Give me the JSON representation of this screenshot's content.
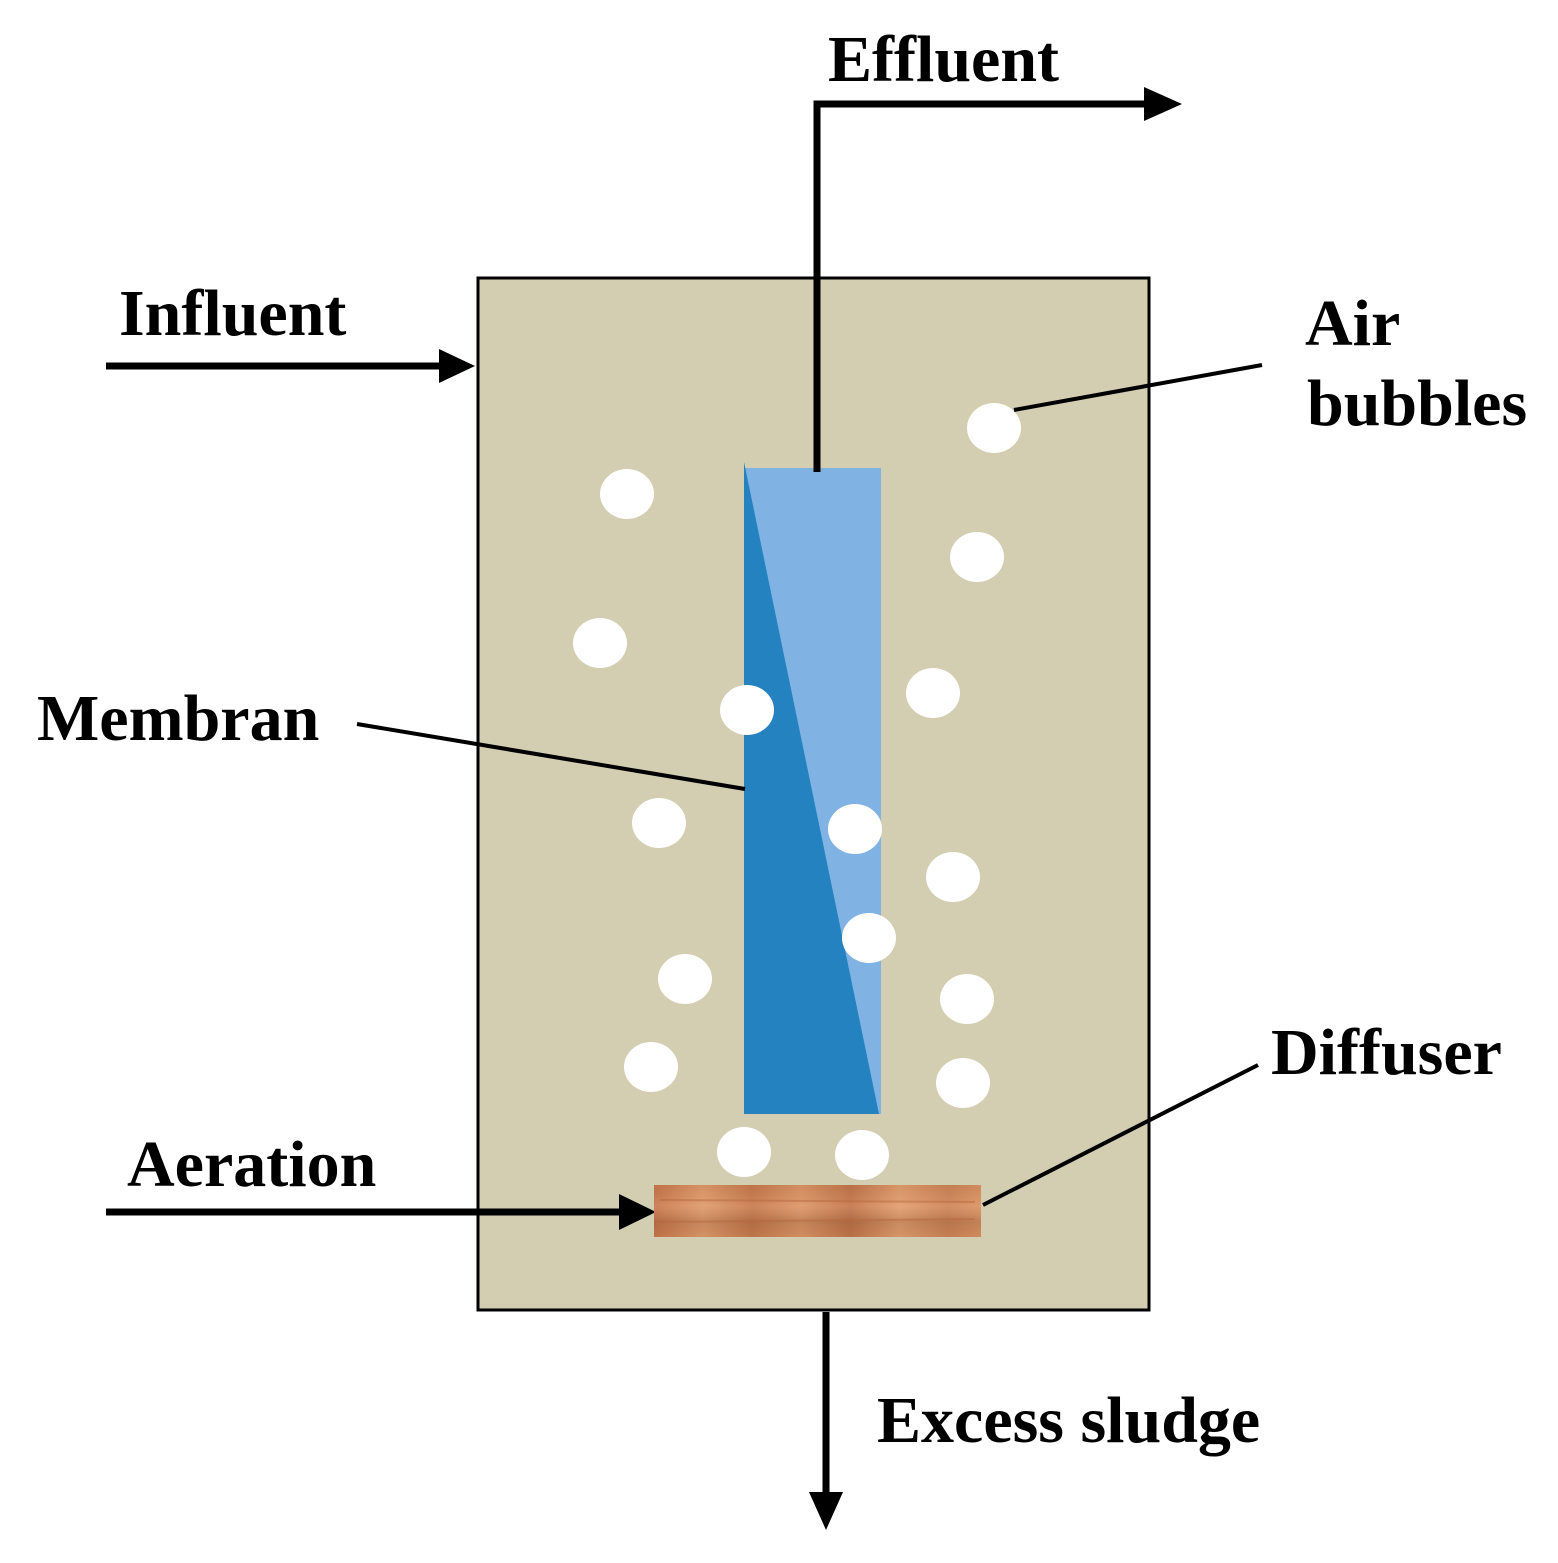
{
  "labels": {
    "effluent": "Effluent",
    "influent": "Influent",
    "air_bubbles_line1": "Air",
    "air_bubbles_line2": "bubbles",
    "membran": "Membran",
    "diffuser": "Diffuser",
    "aeration": "Aeration",
    "excess_sludge": "Excess sludge"
  },
  "colors": {
    "tank": "#d3cdb1",
    "membrane_dark": "#2582c0",
    "membrane_light": "#80b3e3",
    "diffuser": "#d98c59",
    "bubble": "#ffffff",
    "line": "#000000"
  }
}
